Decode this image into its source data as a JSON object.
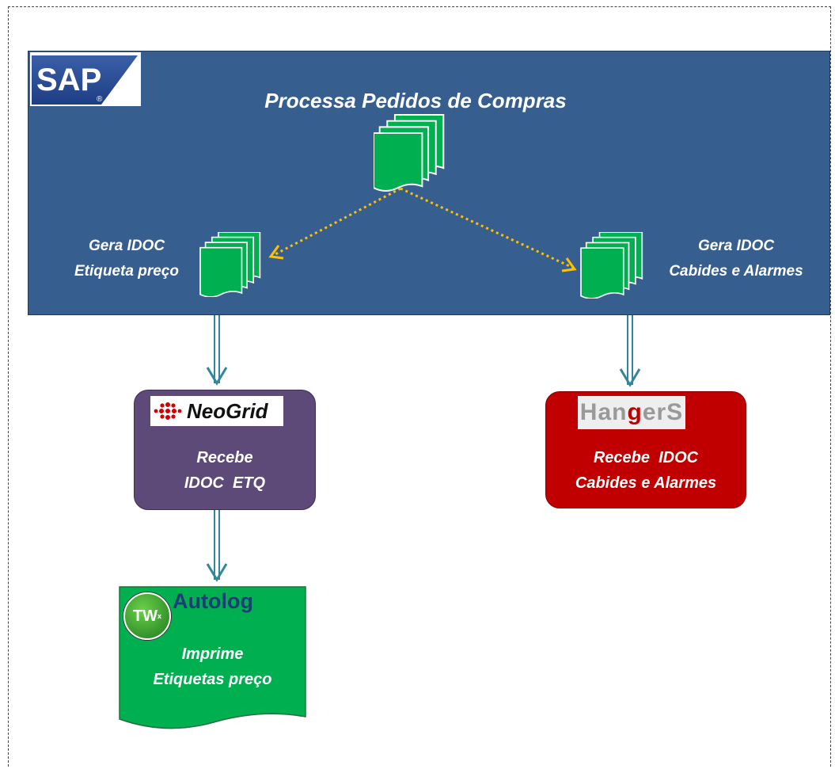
{
  "sap": {
    "logo_text": "SAP",
    "title": "Processa Pedidos de Compras",
    "left_label_line1": "Gera IDOC",
    "left_label_line2": "Etiqueta preço",
    "right_label_line1": "Gera IDOC",
    "right_label_line2": "Cabides e Alarmes"
  },
  "neogrid": {
    "logo_text": "NeoGrid",
    "line1": "Recebe",
    "line2": "IDOC  ETQ"
  },
  "hangers": {
    "logo_text_a": "Han",
    "logo_text_g": "g",
    "logo_text_b": "erS",
    "line1": "Recebe  IDOC",
    "line2": "Cabides e Alarmes"
  },
  "autolog": {
    "title": "Autolog",
    "tw_logo": "TW",
    "line1": "Imprime",
    "line2": "Etiquetas preço"
  },
  "colors": {
    "sap_panel": "#365E8E",
    "document_green": "#00B050",
    "neogrid_box": "#5E4A78",
    "hangers_box": "#C00000",
    "connector": "#31859C",
    "dotted_arrow": "#FFC000"
  }
}
